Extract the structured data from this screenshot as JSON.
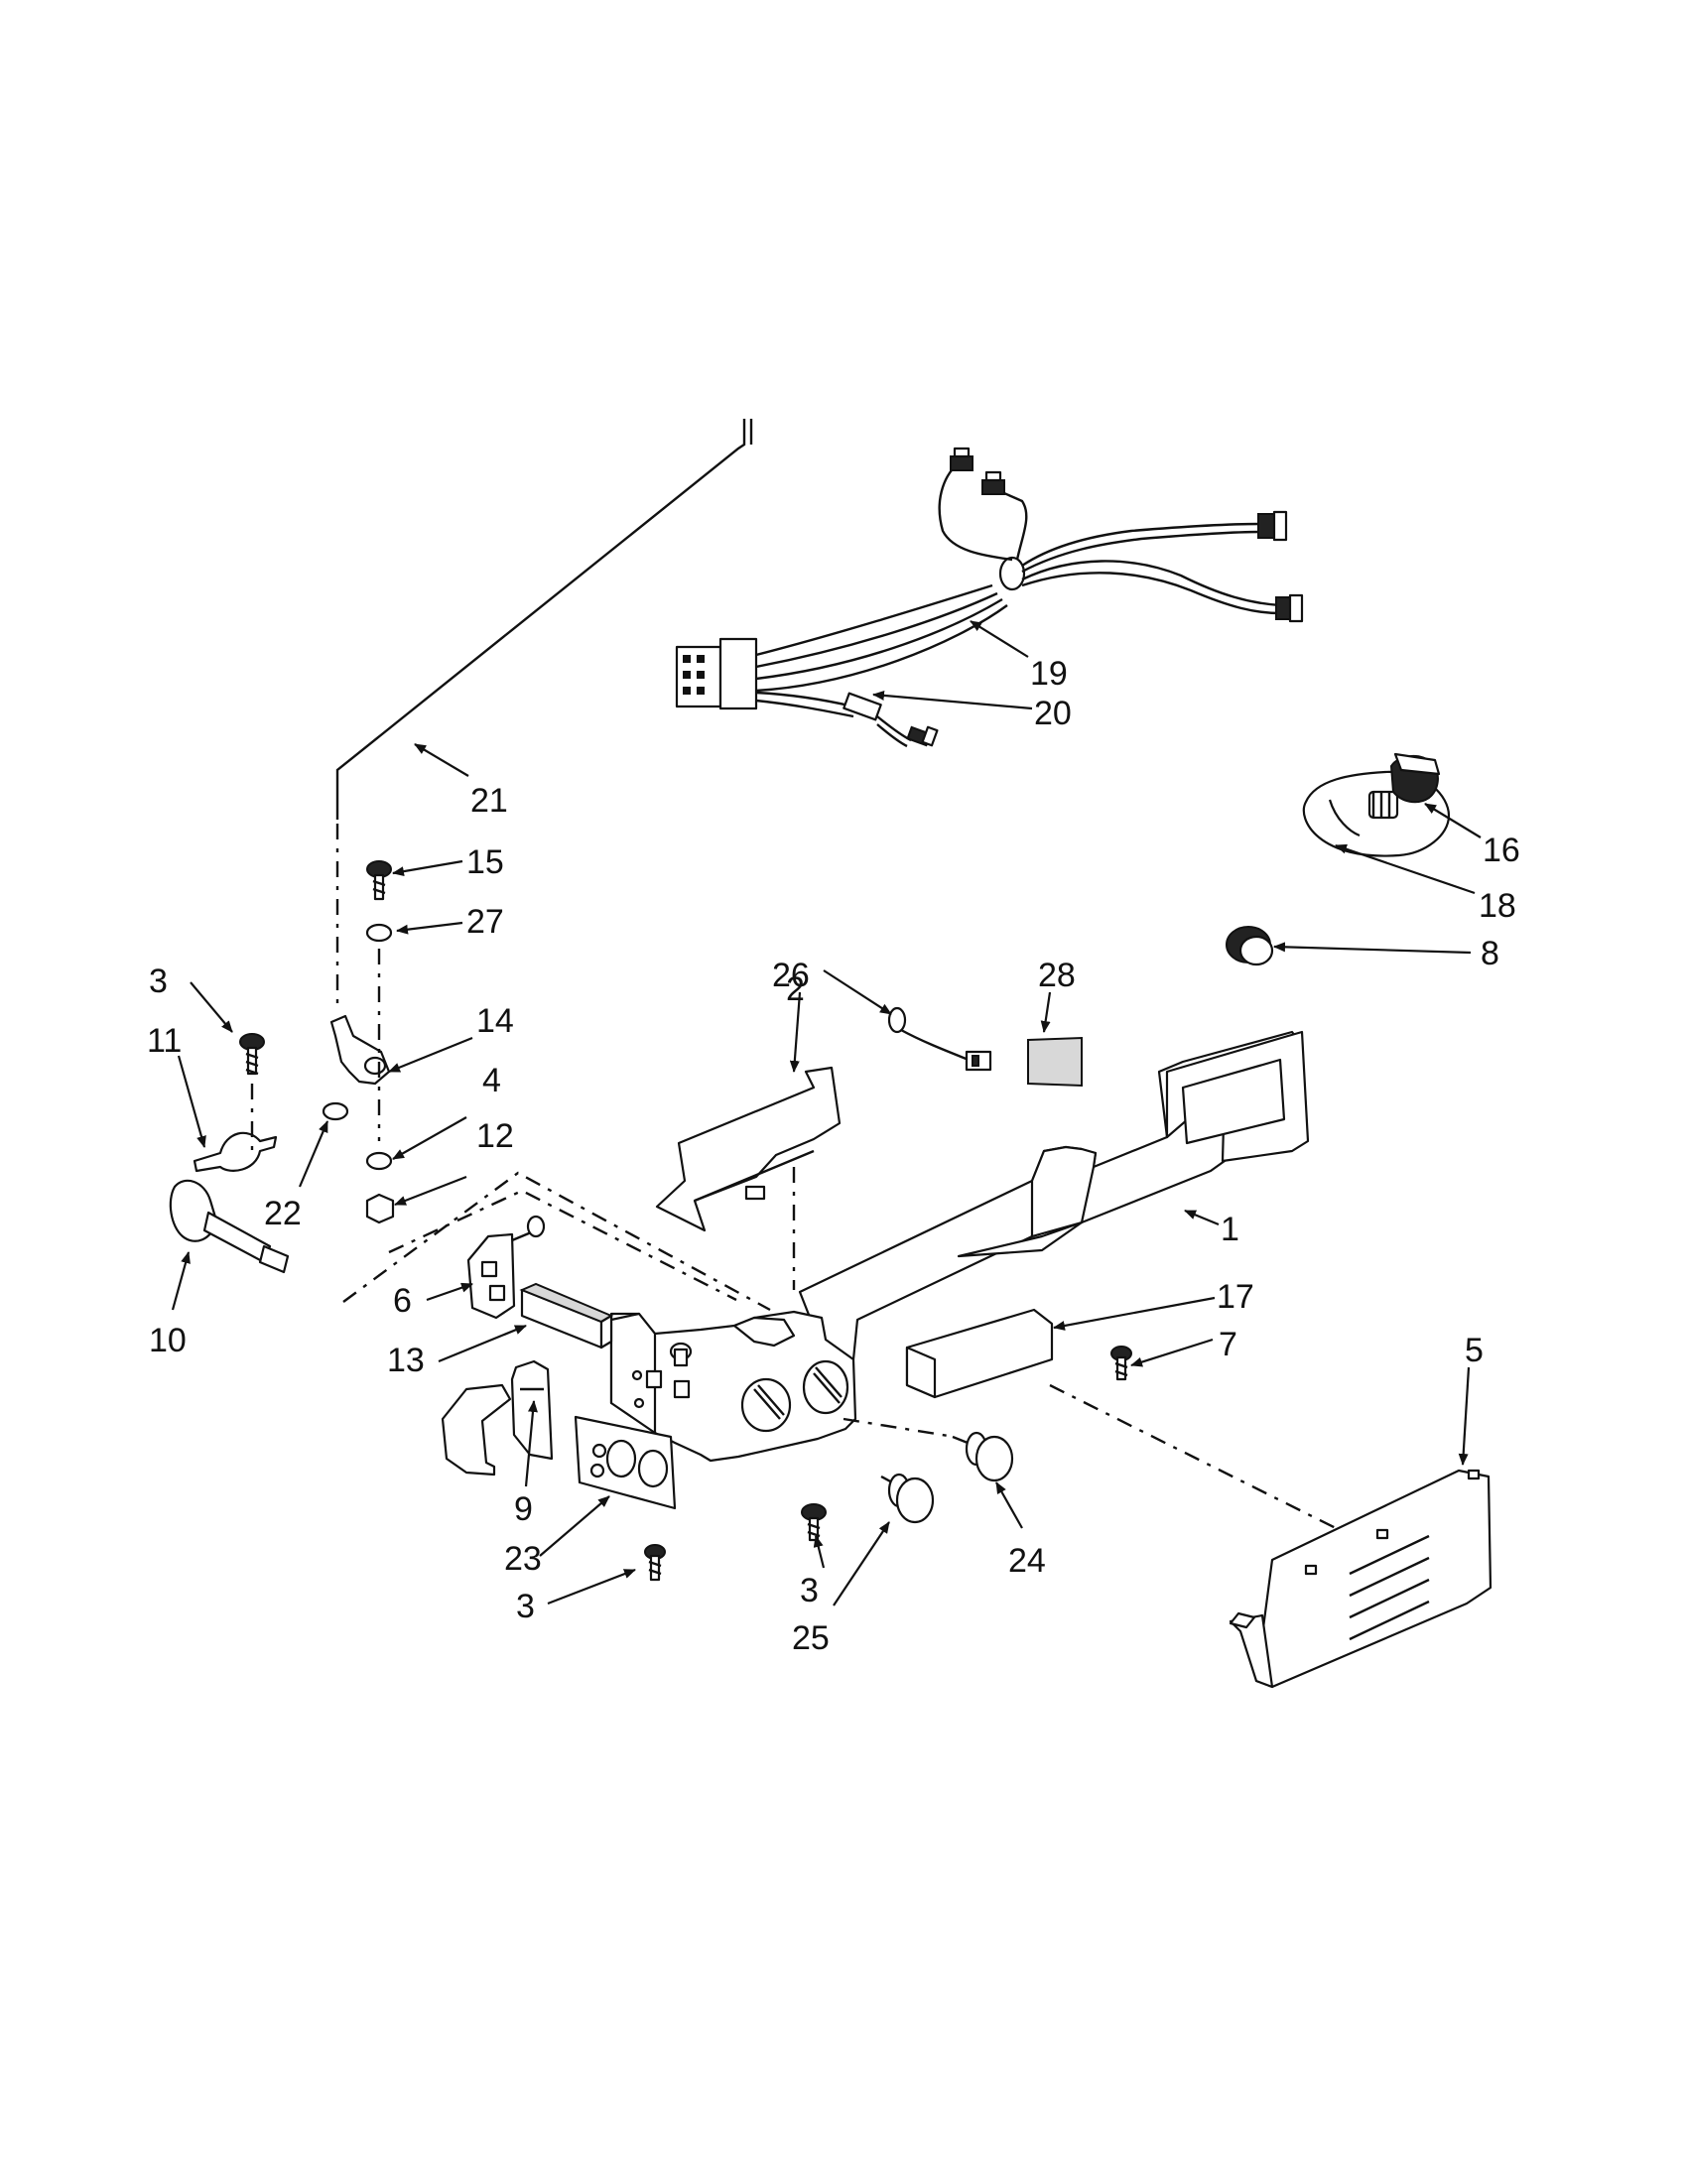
{
  "diagram": {
    "labels": [
      {
        "id": "l1",
        "text": "1"
      },
      {
        "id": "l2",
        "text": "2"
      },
      {
        "id": "l3a",
        "text": "3"
      },
      {
        "id": "l3b",
        "text": "3"
      },
      {
        "id": "l3c",
        "text": "3"
      },
      {
        "id": "l4",
        "text": "4"
      },
      {
        "id": "l5",
        "text": "5"
      },
      {
        "id": "l6",
        "text": "6"
      },
      {
        "id": "l7",
        "text": "7"
      },
      {
        "id": "l8",
        "text": "8"
      },
      {
        "id": "l9",
        "text": "9"
      },
      {
        "id": "l10",
        "text": "10"
      },
      {
        "id": "l11",
        "text": "11"
      },
      {
        "id": "l12",
        "text": "12"
      },
      {
        "id": "l13",
        "text": "13"
      },
      {
        "id": "l14",
        "text": "14"
      },
      {
        "id": "l15",
        "text": "15"
      },
      {
        "id": "l16",
        "text": "16"
      },
      {
        "id": "l17",
        "text": "17"
      },
      {
        "id": "l18",
        "text": "18"
      },
      {
        "id": "l19",
        "text": "19"
      },
      {
        "id": "l20",
        "text": "20"
      },
      {
        "id": "l21",
        "text": "21"
      },
      {
        "id": "l22",
        "text": "22"
      },
      {
        "id": "l23",
        "text": "23"
      },
      {
        "id": "l24",
        "text": "24"
      },
      {
        "id": "l25",
        "text": "25"
      },
      {
        "id": "l26",
        "text": "26"
      },
      {
        "id": "l27",
        "text": "27"
      },
      {
        "id": "l28",
        "text": "28"
      }
    ]
  }
}
